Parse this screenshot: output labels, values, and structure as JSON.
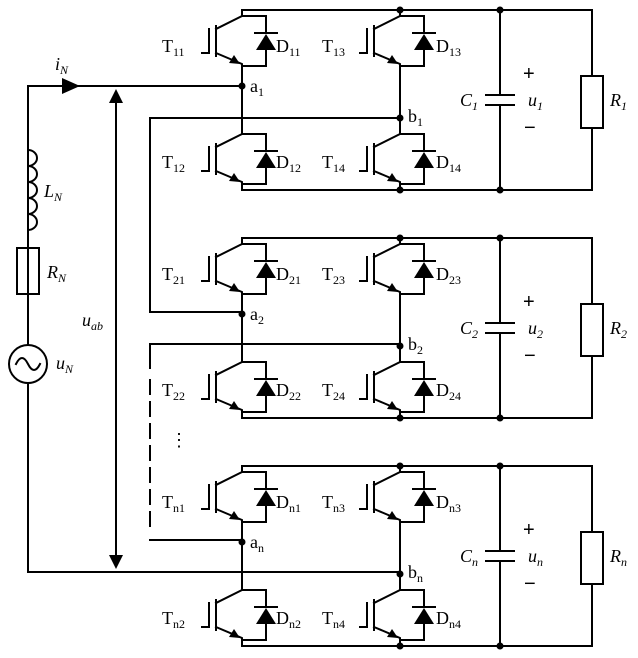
{
  "source": {
    "current_label": "i",
    "current_sub": "N",
    "inductor_label": "L",
    "inductor_sub": "N",
    "resistor_label": "R",
    "resistor_sub": "N",
    "voltage_label": "u",
    "voltage_sub": "N",
    "bus_voltage_label": "u",
    "bus_voltage_sub": "ab"
  },
  "cells": [
    {
      "igbts": [
        {
          "l": "T",
          "s": "11"
        },
        {
          "l": "T",
          "s": "12"
        },
        {
          "l": "T",
          "s": "13"
        },
        {
          "l": "T",
          "s": "14"
        }
      ],
      "diodes": [
        {
          "l": "D",
          "s": "11"
        },
        {
          "l": "D",
          "s": "12"
        },
        {
          "l": "D",
          "s": "13"
        },
        {
          "l": "D",
          "s": "14"
        }
      ],
      "node_a": {
        "l": "a",
        "s": "1"
      },
      "node_b": {
        "l": "b",
        "s": "1"
      },
      "capacitor": {
        "l": "C",
        "s": "1"
      },
      "voltage": {
        "l": "u",
        "s": "1"
      },
      "load": {
        "l": "R",
        "s": "1"
      },
      "plus": "+",
      "minus": "−"
    },
    {
      "igbts": [
        {
          "l": "T",
          "s": "21"
        },
        {
          "l": "T",
          "s": "22"
        },
        {
          "l": "T",
          "s": "23"
        },
        {
          "l": "T",
          "s": "24"
        }
      ],
      "diodes": [
        {
          "l": "D",
          "s": "21"
        },
        {
          "l": "D",
          "s": "22"
        },
        {
          "l": "D",
          "s": "23"
        },
        {
          "l": "D",
          "s": "24"
        }
      ],
      "node_a": {
        "l": "a",
        "s": "2"
      },
      "node_b": {
        "l": "b",
        "s": "2"
      },
      "capacitor": {
        "l": "C",
        "s": "2"
      },
      "voltage": {
        "l": "u",
        "s": "2"
      },
      "load": {
        "l": "R",
        "s": "2"
      },
      "plus": "+",
      "minus": "−"
    },
    {
      "igbts": [
        {
          "l": "T",
          "s": "n1"
        },
        {
          "l": "T",
          "s": "n2"
        },
        {
          "l": "T",
          "s": "n3"
        },
        {
          "l": "T",
          "s": "n4"
        }
      ],
      "diodes": [
        {
          "l": "D",
          "s": "n1"
        },
        {
          "l": "D",
          "s": "n2"
        },
        {
          "l": "D",
          "s": "n3"
        },
        {
          "l": "D",
          "s": "n4"
        }
      ],
      "node_a": {
        "l": "a",
        "s": "n"
      },
      "node_b": {
        "l": "b",
        "s": "n"
      },
      "capacitor": {
        "l": "C",
        "s": "n"
      },
      "voltage": {
        "l": "u",
        "s": "n"
      },
      "load": {
        "l": "R",
        "s": "n"
      },
      "plus": "+",
      "minus": "−"
    }
  ],
  "ellipsis": "⋮"
}
